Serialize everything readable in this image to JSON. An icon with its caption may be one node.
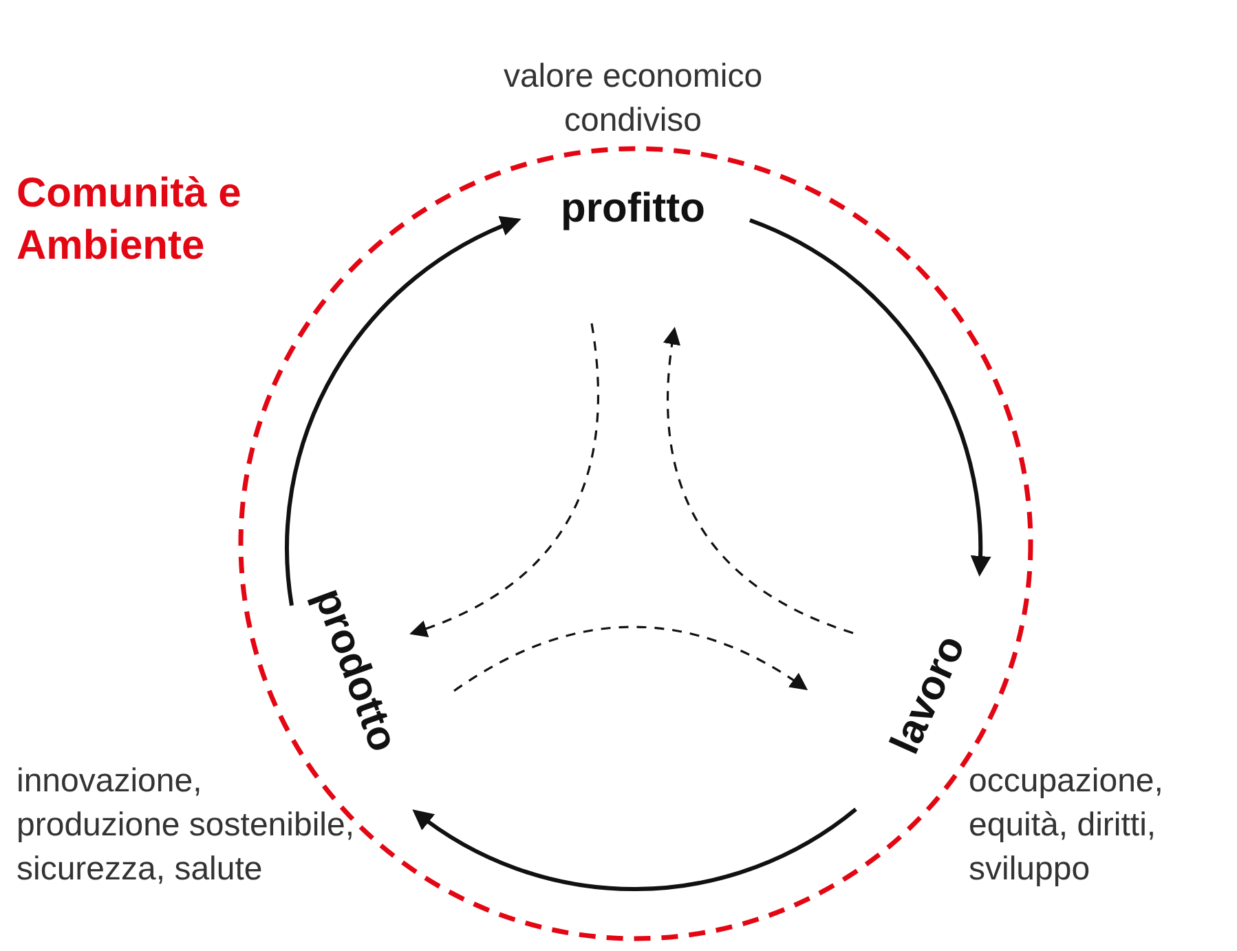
{
  "diagram": {
    "nodes": [
      {
        "text": [
          "Comunità e Ambiente"
        ]
      },
      {
        "text": [
          "profitto"
        ],
        "in": 0,
        "beside": [
          "valore economico condiviso"
        ]
      },
      {
        "text": [
          "lavoro"
        ],
        "in": 0,
        "beside": [
          "occupazione, equità, diritti, sviluppo"
        ]
      },
      {
        "text": [
          "prodotto"
        ],
        "in": 0,
        "beside": [
          "innovazione, produzione sostenibile, sicurezza, salute"
        ]
      }
    ],
    "edges": [
      {
        "from": 1,
        "to": 2,
        "arrow": "to"
      },
      {
        "from": 2,
        "to": 3,
        "arrow": "to"
      },
      {
        "from": 3,
        "to": 1,
        "arrow": "to"
      },
      {
        "from": 1,
        "to": 3,
        "arrow": "to",
        "style": "dashed"
      },
      {
        "from": 2,
        "to": 1,
        "arrow": "to",
        "style": "dashed"
      },
      {
        "from": 3,
        "to": 2,
        "arrow": "to",
        "style": "dashed"
      }
    ]
  }
}
